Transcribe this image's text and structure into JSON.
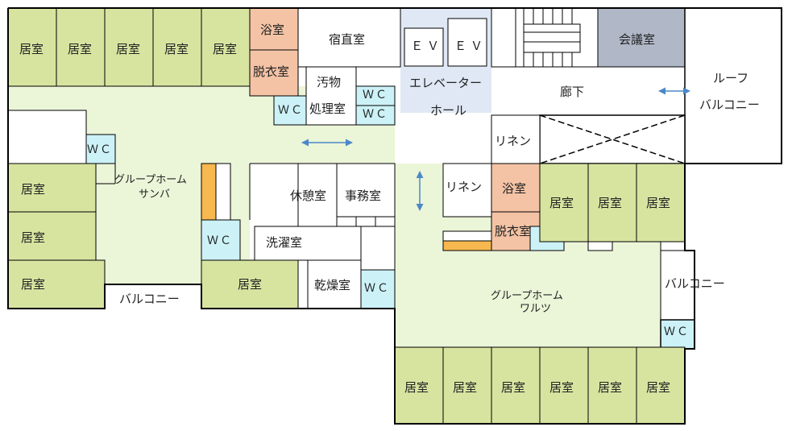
{
  "plan": {
    "rooms": {
      "living_room": "居室",
      "bathroom": "浴室",
      "changing_room": "脱衣室",
      "duty_room": "宿直室",
      "elevator": "ＥＶ",
      "meeting_room": "会議室",
      "waste_top": "汚物",
      "waste_bottom": "処理室",
      "elevator_hall_top": "エレベーター",
      "elevator_hall_bottom": "ホール",
      "corridor": "廊下",
      "roof_balcony_top": "ルーフ",
      "roof_balcony_bottom": "バルコニー",
      "linen": "リネン",
      "wc": "ＷＣ",
      "break_room": "休憩室",
      "office": "事務室",
      "laundry_room": "洗濯室",
      "drying_room": "乾燥室",
      "balcony": "バルコニー"
    },
    "group_homes": {
      "sanba_top": "グループホーム",
      "sanba_bottom": "サンバ",
      "warutsu_top": "グループホーム",
      "warutsu_bottom": "ワルツ"
    },
    "colors": {
      "living_room": "#d7e4a0",
      "common_area": "#ebf5d8",
      "bathroom": "#f4c3a5",
      "wc": "#ccf2f7",
      "elevator_hall": "#dfe8f4",
      "meeting_room": "#b0b8c8",
      "storage": "#f7b84f",
      "arrow": "#4a88c7",
      "wall": "#000000"
    }
  }
}
